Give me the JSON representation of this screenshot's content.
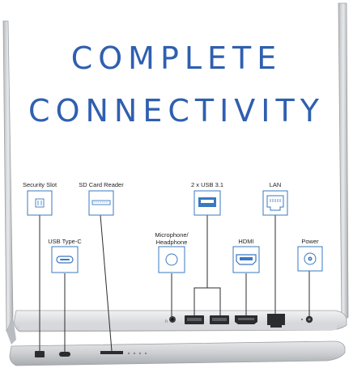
{
  "headline": {
    "line1": "COMPLETE",
    "line2": "CONNECTIVITY"
  },
  "ports": {
    "security_slot": "Security Slot",
    "sd_card_reader": "SD Card Reader",
    "usb31": "2 x USB 3.1",
    "lan": "LAN",
    "usb_type_c": "USB Type-C",
    "microphone_line1": "Microphone/",
    "microphone_line2": "Headphone",
    "hdmi": "HDMI",
    "power": "Power"
  },
  "colors": {
    "accent": "#2f5fb0",
    "icon_outline": "#3a78c2",
    "laptop_silver": "#c9ccd0"
  },
  "icons": [
    "security-slot-icon",
    "sd-card-icon",
    "usb-icon",
    "lan-icon",
    "usb-c-icon",
    "headphone-jack-icon",
    "hdmi-icon",
    "power-icon"
  ]
}
